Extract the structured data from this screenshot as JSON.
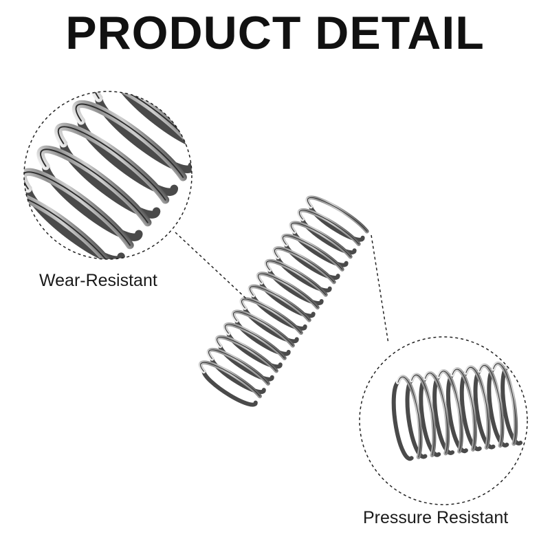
{
  "header": {
    "title": "PRODUCT DETAIL"
  },
  "callouts": {
    "wear_label": "Wear-Resistant",
    "pressure_label": "Pressure Resistant"
  },
  "colors": {
    "background": "#ffffff",
    "title_text": "#111111",
    "spring_steel_dark": "#3e3e3e",
    "spring_steel_mid": "#8a8a8a",
    "spring_steel_light": "#e9e9e9",
    "dashed_line": "#222222"
  }
}
